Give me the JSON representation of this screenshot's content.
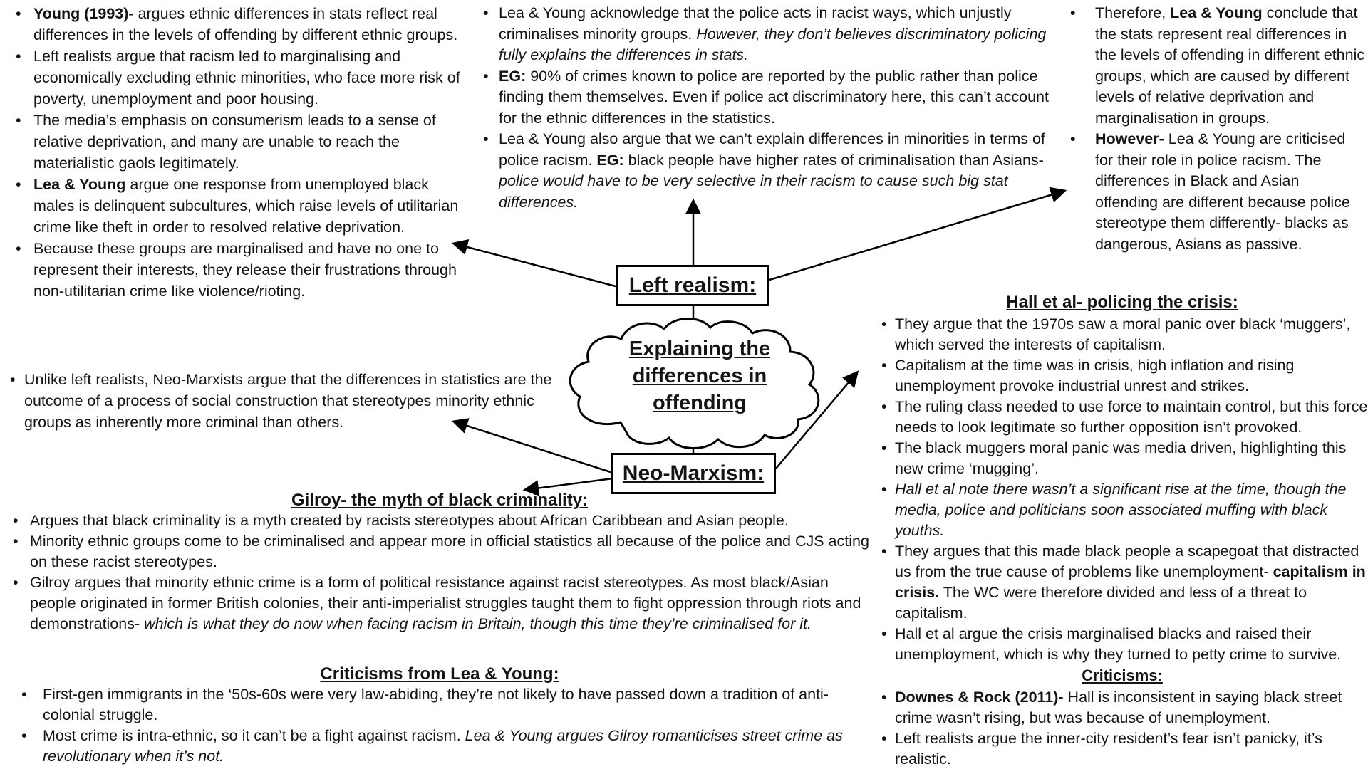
{
  "left_column": {
    "bullets": [
      [
        {
          "t": "Young (1993)- ",
          "b": true
        },
        {
          "t": "argues ethnic differences in stats reflect real differences in the levels of offending by different ethnic groups."
        }
      ],
      [
        {
          "t": "Left realists argue that racism led to marginalising and economically excluding ethnic minorities, who face more risk of poverty, unemployment and poor housing."
        }
      ],
      [
        {
          "t": "The media’s emphasis on consumerism leads to a sense of relative deprivation, and many are unable to reach the materialistic gaols legitimately."
        }
      ],
      [
        {
          "t": "Lea & Young ",
          "b": true
        },
        {
          "t": "argue one response from unemployed black males is delinquent subcultures, which raise levels of utilitarian crime like theft in order to resolved relative deprivation."
        }
      ],
      [
        {
          "t": "Because these groups are marginalised and have no one to represent their interests, they release their frustrations through non-utilitarian crime like violence/rioting."
        }
      ]
    ]
  },
  "neo_intro": {
    "bullets": [
      [
        {
          "t": "Unlike left realists, Neo-Marxists argue that the differences in statistics are the outcome of a process of social construction that stereotypes minority ethnic groups as inherently more criminal than others."
        }
      ]
    ]
  },
  "middle_column": {
    "bullets": [
      [
        {
          "t": "Lea & Young acknowledge that the police acts in racist ways, which unjustly criminalises minority groups. "
        },
        {
          "t": "However, they don’t believes discriminatory policing fully explains the differences in stats.",
          "i": true
        }
      ],
      [
        {
          "t": "EG:",
          "b": true
        },
        {
          "t": " 90% of crimes known to police are reported by the public rather than police finding them themselves. Even if police act discriminatory here, this can’t account for the ethnic differences in the statistics."
        }
      ],
      [
        {
          "t": "Lea & Young also argue that we can’t explain differences in minorities in terms of police racism. "
        },
        {
          "t": "EG:",
          "b": true
        },
        {
          "t": " black people have higher rates of criminalisation than Asians- "
        },
        {
          "t": "police would have to be very selective in their racism to cause such big stat differences.",
          "i": true
        }
      ]
    ]
  },
  "right_column": {
    "bullets": [
      [
        {
          "t": "Therefore, "
        },
        {
          "t": "Lea & Young",
          "b": true
        },
        {
          "t": " conclude that the stats represent real differences in the levels of offending in different ethnic groups, which are caused by different levels of relative deprivation and marginalisation in groups."
        }
      ],
      [
        {
          "t": "However-",
          "b": true
        },
        {
          "t": " Lea & Young are criticised for their role in police racism. The differences in Black and Asian offending are different because police stereotype them differently- blacks as dangerous, Asians as passive."
        }
      ]
    ]
  },
  "diagram": {
    "left_realism_label": "Left realism:",
    "neo_marxism_label": "Neo-Marxism:",
    "cloud_lines": [
      "Explaining the",
      "differences in",
      "offending"
    ]
  },
  "gilroy": {
    "title": "Gilroy- the myth of black criminality:",
    "bullets": [
      [
        {
          "t": "Argues that black criminality is a myth created by racists stereotypes about African Caribbean and Asian people."
        }
      ],
      [
        {
          "t": "Minority ethnic groups come to be criminalised and appear more in official statistics all because of the police and CJS acting on these racist stereotypes."
        }
      ],
      [
        {
          "t": "Gilroy argues that minority ethnic crime is a form of political resistance against racist stereotypes. As most black/Asian people originated in former British colonies, their anti-imperialist struggles taught them to fight oppression through riots and demonstrations- "
        },
        {
          "t": "which is what they do now when facing racism in Britain, though this time they’re criminalised for it.",
          "i": true
        }
      ]
    ]
  },
  "criticisms_lea_young": {
    "title": "Criticisms from Lea & Young:",
    "bullets": [
      [
        {
          "t": "First-gen immigrants in the ‘50s-60s were very law-abiding, they’re not likely to have passed down a tradition of anti-colonial struggle."
        }
      ],
      [
        {
          "t": "Most crime is intra-ethnic, so it can’t be a fight against racism. "
        },
        {
          "t": "Lea & Young argues Gilroy romanticises street crime as revolutionary when it’s not.",
          "i": true
        }
      ]
    ]
  },
  "hall": {
    "title": "Hall et al- policing the crisis:",
    "bullets": [
      [
        {
          "t": "They argue that the 1970s saw a moral panic over black ‘muggers’, which served the interests of capitalism."
        }
      ],
      [
        {
          "t": "Capitalism at the time was in crisis, high inflation and rising unemployment provoke industrial unrest and strikes."
        }
      ],
      [
        {
          "t": "The ruling class needed to use force to maintain control, but this force needs to look legitimate so further opposition isn’t provoked."
        }
      ],
      [
        {
          "t": "The black muggers moral panic was media driven, highlighting this new crime ‘mugging’."
        }
      ],
      [
        {
          "t": "Hall et al note there wasn’t a significant rise at the time, though the media, police and politicians soon associated muffing with black youths.",
          "i": true
        }
      ],
      [
        {
          "t": "They argues that this made black people a scapegoat that distracted us from the true cause of problems like unemployment- "
        },
        {
          "t": "capitalism in crisis.",
          "b": true
        },
        {
          "t": " The WC were therefore divided and less of a threat to capitalism."
        }
      ],
      [
        {
          "t": "Hall et al argue the crisis marginalised blacks and raised their unemployment, which is why they turned to petty crime to survive."
        }
      ]
    ],
    "criticisms_title": "Criticisms:",
    "criticism_bullets": [
      [
        {
          "t": "Downes & Rock (2011)- ",
          "b": true
        },
        {
          "t": "Hall is inconsistent in saying black street crime wasn’t rising, but was because of unemployment."
        }
      ],
      [
        {
          "t": "Left realists argue the inner-city resident’s fear isn’t panicky, it’s realistic."
        }
      ]
    ]
  }
}
